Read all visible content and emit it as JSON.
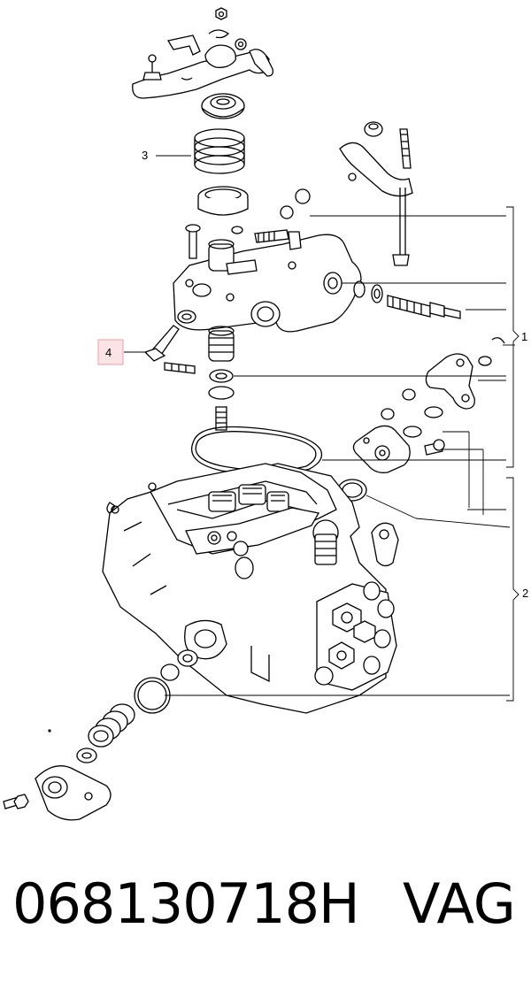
{
  "callouts": {
    "c1": "1",
    "c2": "2",
    "c3": "3",
    "c4": "4"
  },
  "highlight_color": "#e8a0a8",
  "footer": {
    "part_number": "068130718H",
    "brand": "VAG"
  }
}
